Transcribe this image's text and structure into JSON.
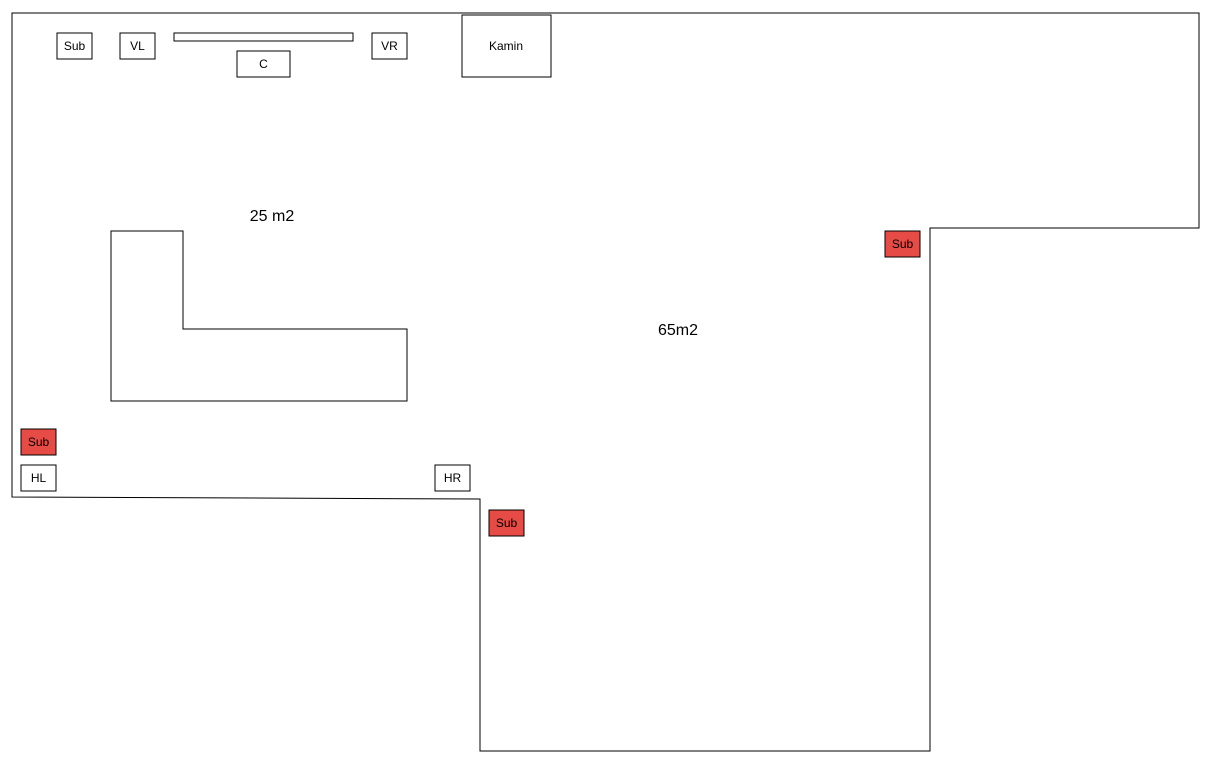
{
  "areas": {
    "small_room": "25 m2",
    "large_room": "65m2"
  },
  "fixtures": {
    "fireplace": "Kamin",
    "center_speaker": "C",
    "front_left": "VL",
    "front_right": "VR",
    "rear_left": "HL",
    "rear_right": "HR",
    "subwoofer_front": "Sub",
    "subwoofer_left": "Sub",
    "subwoofer_middle": "Sub",
    "subwoofer_right": "Sub"
  },
  "colors": {
    "wall": "#000000",
    "fill": "#ffffff",
    "highlight_sub": "#e64b45"
  }
}
